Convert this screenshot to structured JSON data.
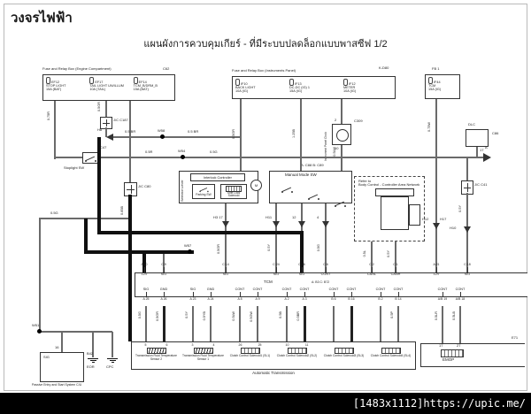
{
  "page": {
    "title": "วงจรไฟฟ้า",
    "subtitle": "แผนผังการควบคุมเกียร์ - ที่มีระบบปลดล็อกแบบพาสซีฟ 1/2",
    "watermark": "[1483x1112]https://upic.me/"
  },
  "fuse_box_engine": {
    "title": "Fuse and Relay Box (Engine Compartment)",
    "ref": "C62",
    "fuses": [
      {
        "id": "EF12",
        "name": "STOP LIGHT",
        "rating": "15A (BAT)"
      },
      {
        "id": "EF17",
        "name": "TAIL LIGHT UN/ILLUM",
        "rating": "10A (TAIL)"
      },
      {
        "id": "EF14",
        "name": "TCM_B/DRM_B",
        "rating": "15A (BAT)"
      }
    ]
  },
  "fuse_box_panel": {
    "title": "Fuse and Relay Box (Instruments Panel)",
    "ref": "K-D80",
    "fuses": [
      {
        "id": "IF10",
        "name": "BACK LIGHT",
        "rating": "10A (IG)"
      },
      {
        "id": "IF13",
        "name": "DC-DC (IG) 1",
        "rating": "15A (IG)"
      },
      {
        "id": "IF12",
        "name": "METER",
        "rating": "10A (IG)"
      }
    ]
  },
  "fuse_box_fb1": {
    "title": "FB 1",
    "fuses": [
      {
        "id": "IF44",
        "name": "TCM",
        "rating": "15A (IG)"
      }
    ]
  },
  "dlc": {
    "label": "DLC",
    "ref": "C86",
    "pin": "17"
  },
  "stoplight_sw": {
    "label": "Stoplight SW",
    "ref": "C47"
  },
  "jc": {
    "c187": "J/C C187",
    "c80": "J/C C80",
    "c41": "J/C C41"
  },
  "selector": {
    "label": "Selector Lever",
    "controller": "Interlock Controller",
    "parking": "Parking SW",
    "solenoid": "Shift Lock Solenoid",
    "motor": "M"
  },
  "manual_mode": {
    "label": "Manual Mode SW",
    "refs": "A: C88   B: C89"
  },
  "clock": {
    "label": "Instrument Panel Clock",
    "ref": "C309",
    "pin_top": "2",
    "pin_bottom": "10"
  },
  "can_box": {
    "line1": "Refer to",
    "line2": "Body Control - Controller Area Network"
  },
  "tcm": {
    "label": "TCM",
    "refs": "A: B3    C: B72",
    "top_pins": [
      {
        "id": "A 10",
        "fn": "12V"
      },
      {
        "id": "C 9",
        "fn": "SIG"
      },
      {
        "id": "C 14",
        "fn": "SIG"
      },
      {
        "id": "C 24",
        "fn": "SIG"
      },
      {
        "id": "C 26",
        "fn": "SIG"
      },
      {
        "id": "C 6",
        "fn": "CONT"
      },
      {
        "id": "C 2",
        "fn": "CANL"
      },
      {
        "id": "C 1",
        "fn": "CANH"
      },
      {
        "id": "A 21",
        "fn": "12V"
      },
      {
        "id": "C 18",
        "fn": "SIG"
      }
    ],
    "bottom_pins": [
      {
        "id": "A 25",
        "fn": "SIG"
      },
      {
        "id": "A 26",
        "fn": "GND"
      },
      {
        "id": "A 23",
        "fn": "SIG"
      },
      {
        "id": "A 24",
        "fn": "GND"
      },
      {
        "id": "A 8",
        "fn": "CONT"
      },
      {
        "id": "A 9",
        "fn": "CONT"
      },
      {
        "id": "A 2",
        "fn": "CONT"
      },
      {
        "id": "A 3",
        "fn": "CONT"
      },
      {
        "id": "B 6",
        "fn": "CONT"
      },
      {
        "id": "B 16",
        "fn": "CONT"
      },
      {
        "id": "B 2",
        "fn": "CONT"
      },
      {
        "id": "B 14",
        "fn": "CONT"
      },
      {
        "id": "A/B 19",
        "fn": "CONT"
      },
      {
        "id": "A/B 18",
        "fn": "CONT"
      }
    ]
  },
  "transmission": {
    "label": "Automatic Transmission",
    "components": [
      {
        "name": "Transmission Fluid Temperature Sensor 2",
        "p1": "5",
        "p2": "6",
        "cls": "resistor"
      },
      {
        "name": "Transmission Fluid Temperature Sensor 1",
        "p1": "3",
        "p2": "4",
        "cls": "resistor"
      },
      {
        "name": "Clutch Control Solenoid1 (SL1)",
        "p1": "26",
        "p2": "25",
        "cls": "coil"
      },
      {
        "name": "Clutch Control Solenoid2 (SL2)",
        "p1": "10",
        "p2": "11",
        "cls": "coil"
      },
      {
        "name": "Clutch Control Solenoid3 (SL3)",
        "p1": "",
        "p2": "",
        "cls": "coil"
      },
      {
        "name": "Clutch Control Solenoid4 (SL4)",
        "p1": "",
        "p2": "",
        "cls": "coil"
      }
    ]
  },
  "emop": {
    "label": "EMOP",
    "ref": "E71",
    "p1": "17",
    "p2": "27"
  },
  "passive": {
    "label": "Passive Entry and Start System C/U",
    "sig": "SIG",
    "pin": "16",
    "ref": "B42"
  },
  "grounds": {
    "g1": "EOR",
    "g2": "CPC"
  },
  "nodes": {
    "w58": "W58",
    "w54": "W54",
    "w57": "W57",
    "w51": "W51"
  },
  "arrows": {
    "h8": "H8",
    "a": "A",
    "h3": "H3 17",
    "h11": "H11",
    "a12": "12",
    "a4": "4",
    "h12": "H12",
    "h17": "H17",
    "h10": "H10"
  },
  "wire_labels": [
    {
      "t": "0.75R"
    },
    {
      "t": "0.5GR"
    },
    {
      "t": "0.85B"
    },
    {
      "t": "0.5 BR"
    },
    {
      "t": "0.5 BR"
    },
    {
      "t": "0.5R"
    },
    {
      "t": "0.5G"
    },
    {
      "t": "0.5G"
    },
    {
      "t": "0.5GR"
    },
    {
      "t": "1.25B"
    },
    {
      "t": "0.5LW"
    },
    {
      "t": "0.75W"
    },
    {
      "t": "0.5Y"
    },
    {
      "t": "0.5L"
    },
    {
      "t": "0.5Y"
    },
    {
      "t": "0.5GR"
    },
    {
      "t": "0.5Y"
    },
    {
      "t": "0.5G"
    },
    {
      "t": "0.5G"
    },
    {
      "t": "0.5GR"
    },
    {
      "t": "0.5Y"
    },
    {
      "t": "0.5YB"
    },
    {
      "t": "0.5LW"
    },
    {
      "t": "0.5GW"
    },
    {
      "t": "0.5B"
    },
    {
      "t": "0.5BR"
    },
    {
      "t": "0.5P"
    },
    {
      "t": "0.5LR"
    },
    {
      "t": "0.5LB"
    }
  ]
}
